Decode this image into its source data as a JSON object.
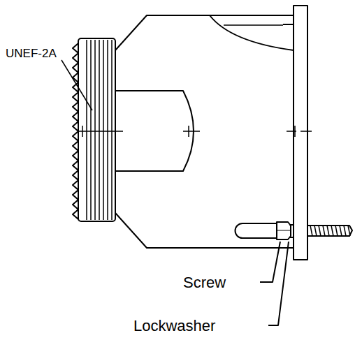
{
  "diagram": {
    "labels": [
      "UNEF-2A",
      "Screw",
      "Lockwasher"
    ]
  }
}
